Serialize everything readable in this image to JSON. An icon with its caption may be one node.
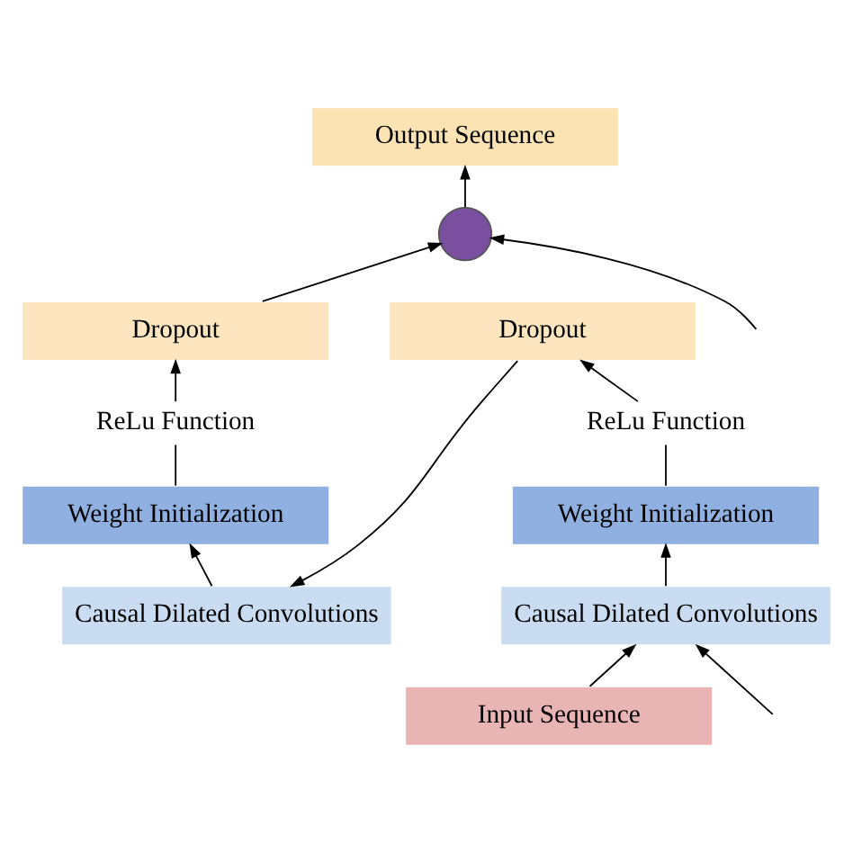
{
  "diagram": {
    "nodes": [
      {
        "text": [
          "Output Sequence"
        ]
      },
      {
        "text": [],
        "shape": "circle"
      },
      {
        "text": [
          "Dropout"
        ]
      },
      {
        "text": [
          "ReLu Function"
        ]
      },
      {
        "text": [
          "Weight Initialization"
        ]
      },
      {
        "text": [
          "Causal Dilated Convolutions"
        ]
      },
      {
        "text": [
          "Dropout"
        ]
      },
      {
        "text": [
          "ReLu Function"
        ]
      },
      {
        "text": [
          "Weight Initialization"
        ]
      },
      {
        "text": [
          "Causal Dilated Convolutions"
        ]
      },
      {
        "text": [
          "Input Sequence"
        ]
      }
    ],
    "edges": [
      {
        "from": 10,
        "to": 5,
        "arrow": "to"
      },
      {
        "from": null,
        "to": 5,
        "arrow": "to"
      },
      {
        "from": 5,
        "to": 4,
        "arrow": "to"
      },
      {
        "from": 4,
        "to": 3,
        "arrow": "none"
      },
      {
        "from": 3,
        "to": 2,
        "arrow": "to"
      },
      {
        "from": 2,
        "to": 9,
        "arrow": "to"
      },
      {
        "from": 9,
        "to": 8,
        "arrow": "to"
      },
      {
        "from": 8,
        "to": 7,
        "arrow": "none"
      },
      {
        "from": 7,
        "to": 6,
        "arrow": "to"
      },
      {
        "from": 6,
        "to": 1,
        "arrow": "to"
      },
      {
        "from": null,
        "to": 1,
        "arrow": "to"
      },
      {
        "from": 1,
        "to": 0,
        "arrow": "to"
      }
    ]
  }
}
